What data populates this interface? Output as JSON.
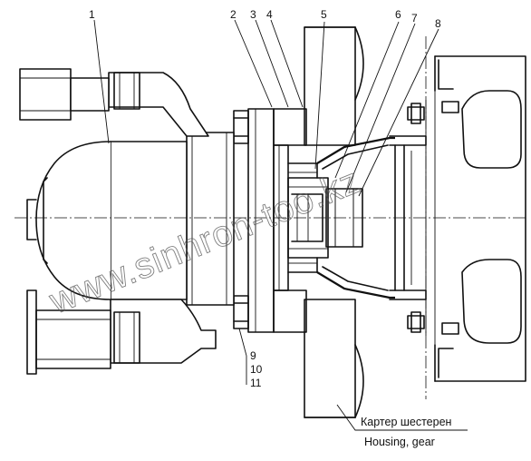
{
  "diagram": {
    "part_numbers": {
      "p1": "1",
      "p2": "2",
      "p3": "3",
      "p4": "4",
      "p5": "5",
      "p6": "6",
      "p7": "7",
      "p8": "8",
      "p9": "9",
      "p10": "10",
      "p11": "11"
    },
    "housing_label_ru": "Картер шестерен",
    "housing_label_en": "Housing, gear",
    "watermark": "www.sinhron-too.kz"
  }
}
